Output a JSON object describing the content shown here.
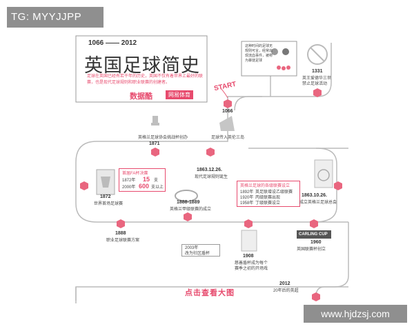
{
  "overlay": {
    "tg_label": "TG: MYYJJPP",
    "watermark": "www.hjdzsj.com"
  },
  "header": {
    "year_range": "1066 —— 2012",
    "title": "英国足球简史",
    "intro": "足球在英国已经有若干年的历史，英国不仅有着世界上最好的联赛，也是现代足球规则和职业联赛的创建者。",
    "logo_primary": "数据酷",
    "logo_secondary": "网易体育"
  },
  "start_label": "START",
  "events": {
    "e1066": {
      "year": "1066",
      "text": "足球传入英伦三岛"
    },
    "e1331": {
      "year": "1331",
      "text": "英王爱德华三世禁止足球活动"
    },
    "e1871": {
      "year": "1871",
      "text": "英格兰足球协会挑战杯创办"
    },
    "e1863": {
      "year": "1863.12.26.",
      "text": "现代足球规则诞生"
    },
    "e1872": {
      "year": "1872",
      "text": "世界首场足球赛"
    },
    "e1888_89": {
      "year": "1888-1889",
      "text": "英格兰甲级联赛的成立"
    },
    "e1888": {
      "year": "1888",
      "text": "职业足球联赛方案"
    },
    "e1863_10": {
      "year": "1863.10.26.",
      "text": "成立英格兰足球总会"
    },
    "e1908": {
      "year": "1908",
      "text": "慈善盾杯成为每个赛季之初的开场戏"
    },
    "e1960": {
      "year": "1960",
      "text": "英国联赛杯创立"
    },
    "e2012": {
      "year": "2012",
      "text": "20年后的英超"
    },
    "e2003": {
      "year": "2003年",
      "text": "改为社区盾杯"
    }
  },
  "callouts": {
    "rules_note": "这种时间的足球无规则可言，经常出现流血事件，被称为暴徒足球",
    "fa_cup_title": "首届FA杯决赛",
    "fa_cup_rows": [
      {
        "year": "1872年",
        "value": "15",
        "unit": "支"
      },
      {
        "year": "2000年",
        "value": "600",
        "unit": "支以上"
      }
    ],
    "league_title": "英格兰足球的各级联赛设立",
    "league_rows": [
      {
        "year": "1892年",
        "text": "英足联增设乙级联赛"
      },
      {
        "year": "1920年",
        "text": "丙级联赛出现"
      },
      {
        "year": "1958年",
        "text": "丁级联赛设立"
      }
    ],
    "carling": "CARLING CUP"
  },
  "cta": "点击查看大图"
}
